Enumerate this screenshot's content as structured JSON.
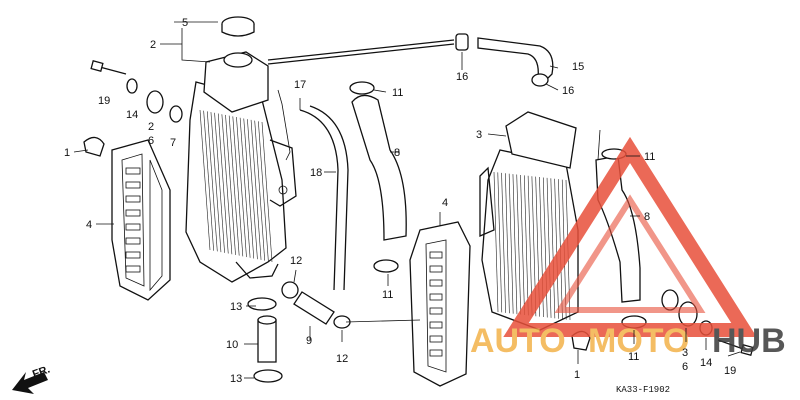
{
  "diagram": {
    "drawing_code": "KA33-F1902",
    "direction_label": "FR.",
    "watermark": {
      "word_a": "AUTO",
      "word_b": "MOTO",
      "word_c": "HUB"
    },
    "colors": {
      "line": "#111111",
      "watermark_red": "#e8503a",
      "watermark_orange": "#f3b24a",
      "watermark_dark": "#3a3a3a"
    },
    "callouts": [
      "1",
      "1",
      "2",
      "2",
      "3",
      "3",
      "4",
      "4",
      "5",
      "6",
      "6",
      "7",
      "8",
      "8",
      "9",
      "10",
      "11",
      "11",
      "11",
      "11",
      "12",
      "12",
      "13",
      "13",
      "14",
      "14",
      "15",
      "16",
      "16",
      "17",
      "18",
      "19",
      "19"
    ]
  }
}
